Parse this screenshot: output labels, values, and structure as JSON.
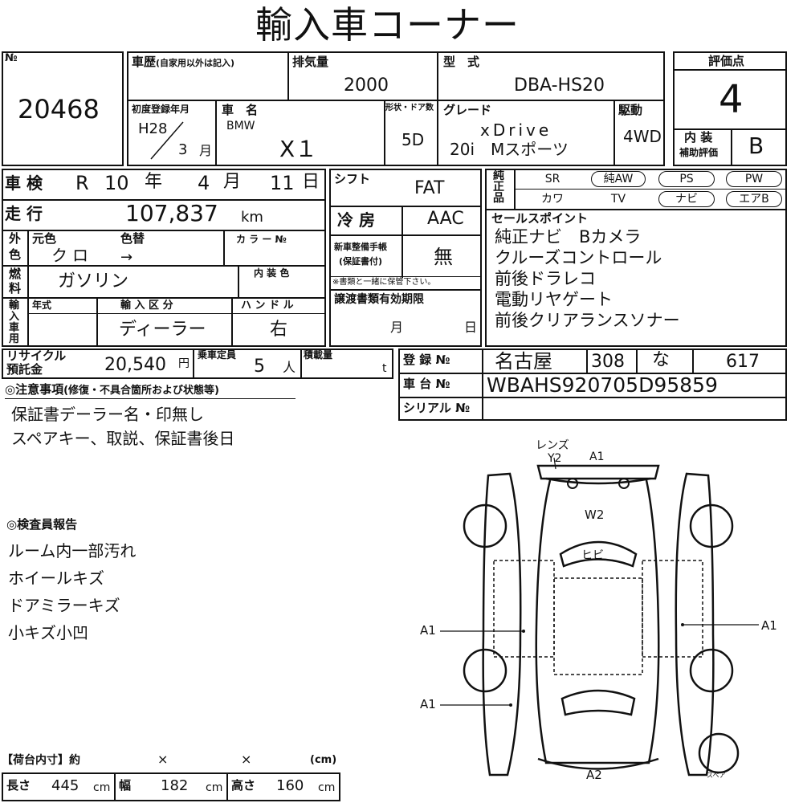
{
  "title": "輸入車コーナー",
  "stock": {
    "no_label": "№",
    "number": "20468"
  },
  "history": {
    "label": "車歴",
    "sub": "(自家用以外は記入)"
  },
  "displacement": {
    "label": "排気量",
    "value": "2000"
  },
  "model": {
    "label": "型　式",
    "value": "DBA-HS20"
  },
  "score": {
    "label": "評価点",
    "value": "4",
    "interior_label_1": "内 装",
    "interior_label_2": "補助評価",
    "interior_value": "B"
  },
  "first_reg": {
    "label": "初度登録年月",
    "era": "H28",
    "month": "3",
    "month_unit": "月"
  },
  "car_name": {
    "label": "車　名",
    "maker": "BMW",
    "name": "X１"
  },
  "shape": {
    "label": "形状・ドア数",
    "value": "5D"
  },
  "grade": {
    "label": "グレード",
    "line1": "xDrive",
    "line2": "20i　Mスポーツ"
  },
  "drive": {
    "label": "駆動",
    "value": "4WD"
  },
  "inspection": {
    "label": "車 検",
    "era": "R",
    "year": "10",
    "year_unit": "年",
    "month": "4",
    "month_unit": "月",
    "day": "11",
    "day_unit": "日"
  },
  "shift": {
    "label": "シフト",
    "value": "FAT"
  },
  "genuine": {
    "label_1": "純",
    "label_2": "正",
    "label_3": "品"
  },
  "options": {
    "row1": [
      "SR",
      "純AW",
      "PS",
      "PW"
    ],
    "row2": [
      "カワ",
      "TV",
      "ナビ",
      "エアB"
    ]
  },
  "mileage": {
    "label": "走 行",
    "value": "107,837",
    "unit": "km"
  },
  "ac": {
    "label": "冷 房",
    "value": "AAC"
  },
  "exterior": {
    "label_1": "外",
    "label_2": "色",
    "orig_label": "元色",
    "orig_value": "クロ",
    "repaint_label": "色替",
    "repaint_value": "→",
    "colorno_label": "カ ラ ー №"
  },
  "maintenance": {
    "label_1": "新車整備手帳",
    "label_2": "(保証書付)",
    "value": "無",
    "note": "※書類と一緒に保管下さい。"
  },
  "sales_points": {
    "label": "セールスポイント",
    "items": [
      "純正ナビ　Bカメラ",
      "クルーズコントロール",
      "前後ドラレコ",
      "電動リヤゲート",
      "前後クリアランスソナー"
    ]
  },
  "fuel": {
    "label_1": "燃",
    "label_2": "料",
    "value": "ガソリン",
    "interior_color_label": "内 装 色"
  },
  "import": {
    "label_1": "輸",
    "label_2": "入",
    "label_3": "車",
    "label_4": "用",
    "year_label": "年式",
    "type_label": "輸 入 区 分",
    "type_value": "ディーラー",
    "handle_label": "ハ ン ド ル",
    "handle_value": "右"
  },
  "transfer": {
    "label": "譲渡書類有効期限",
    "month_unit": "月",
    "day_unit": "日"
  },
  "recycle": {
    "label_1": "リサイクル",
    "label_2": "預託金",
    "value": "20,540",
    "unit": "円"
  },
  "capacity": {
    "label": "乗車定員",
    "value": "5",
    "unit": "人"
  },
  "load": {
    "label": "積載量",
    "unit": "t"
  },
  "registration": {
    "label": "登 録 №",
    "area": "名古屋",
    "class": "308",
    "kana": "な",
    "number": "617"
  },
  "chassis": {
    "label": "車 台 №",
    "value": "WBAHS920705D95859"
  },
  "serial": {
    "label": "シリアル №"
  },
  "notes": {
    "label": "◎注意事項",
    "sub": "(修復・不具合箇所および状態等)",
    "lines": [
      "保証書デーラー名・印無し",
      "スペアキー、取説、保証書後日"
    ]
  },
  "inspector": {
    "label": "◎検査員報告",
    "lines": [
      "ルーム内一部汚れ",
      "ホイールキズ",
      "ドアミラーキズ",
      "小キズ小凹"
    ]
  },
  "diagram": {
    "lens": "レンズ",
    "y2": "Y2",
    "a1_front": "A1",
    "w2": "W2",
    "hibi": "ヒビ",
    "a1_left": "A1",
    "a1_right": "A1",
    "a1_rear_left": "A1",
    "a2": "A2",
    "spare": "スペア"
  },
  "cargo": {
    "label": "【荷台内寸】約",
    "x1": "×",
    "x2": "×",
    "unit": "(cm)",
    "length_label": "長さ",
    "length": "445",
    "width_label": "幅",
    "width": "182",
    "height_label": "高さ",
    "height": "160",
    "cm": "cm"
  }
}
